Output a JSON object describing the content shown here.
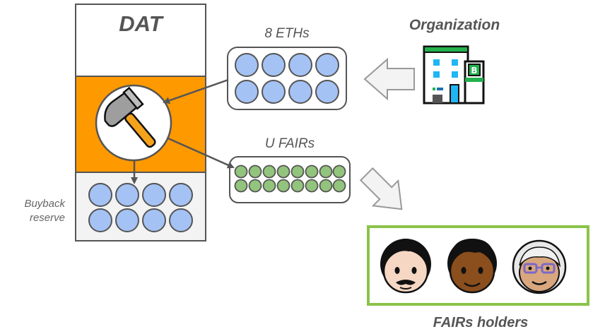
{
  "dat": {
    "title": "DAT"
  },
  "eth_group": {
    "label": "8 ETHs",
    "count": 8
  },
  "organization": {
    "label": "Organization",
    "icon": "office-building-icon"
  },
  "fair_group": {
    "label": "U FAIRs",
    "count": 16
  },
  "buyback": {
    "line1": "Buyback",
    "line2": "reserve",
    "count": 8
  },
  "holders": {
    "label": "FAIRs holders",
    "icons": [
      "man-face-icon",
      "dark-skin-person-face-icon",
      "elderly-woman-face-icon"
    ]
  },
  "colors": {
    "dat_orange": "#ff9900",
    "coin_blue": "#a4c2f4",
    "fair_green": "#93c47d",
    "holders_border": "#8bc34a",
    "building_green": "#22b14c"
  }
}
